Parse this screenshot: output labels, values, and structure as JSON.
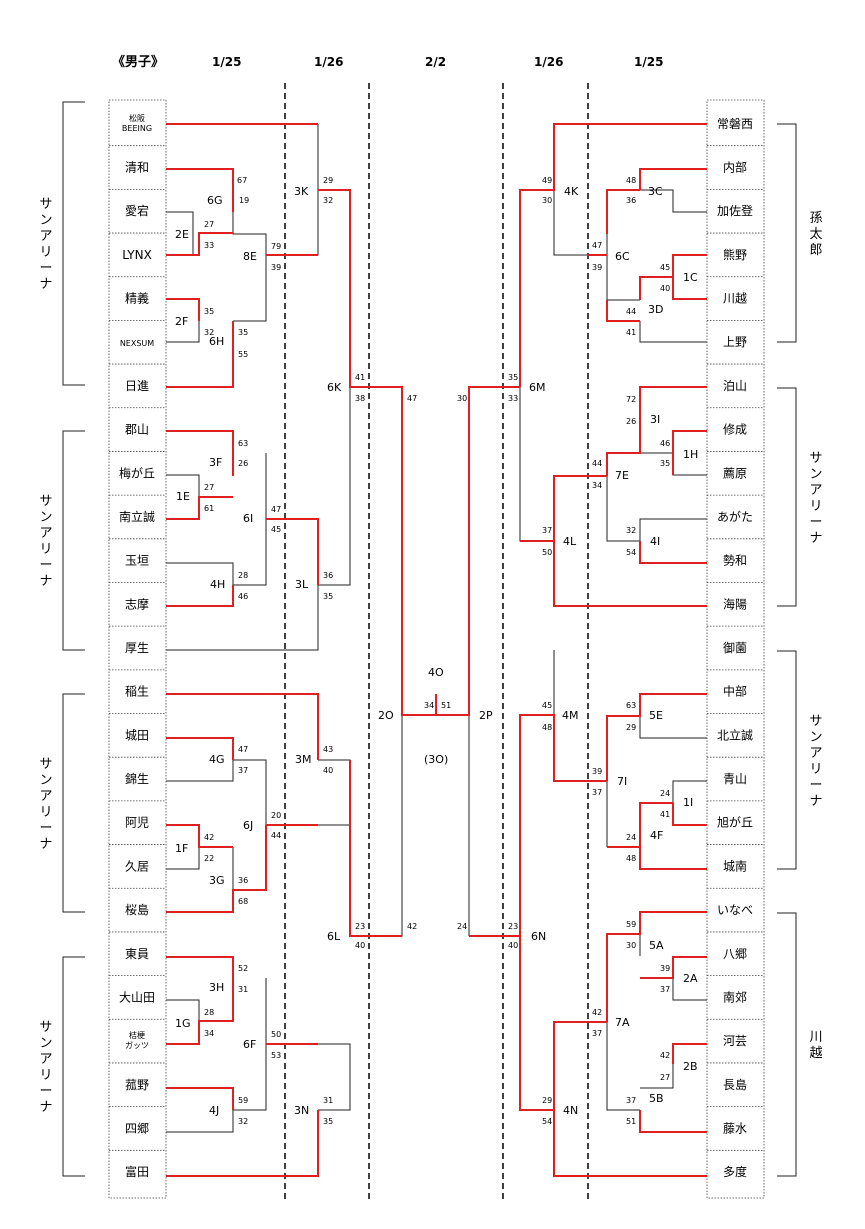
{
  "title": "《男子》",
  "dates": [
    "1/25",
    "1/26",
    "2/2",
    "1/26",
    "1/25"
  ],
  "colors": {
    "win": "#e02020",
    "normal": "#222222"
  },
  "left_teams": [
    {
      "label": "松阪",
      "label2": "BEEING"
    },
    {
      "label": "清和"
    },
    {
      "label": "愛宕"
    },
    {
      "label": "LYNX"
    },
    {
      "label": "精義"
    },
    {
      "label": "NEXSUM",
      "small": true
    },
    {
      "label": "日進"
    },
    {
      "label": "郡山"
    },
    {
      "label": "梅が丘"
    },
    {
      "label": "南立誠"
    },
    {
      "label": "玉垣"
    },
    {
      "label": "志摩"
    },
    {
      "label": "厚生"
    },
    {
      "label": "稲生"
    },
    {
      "label": "城田"
    },
    {
      "label": "錦生"
    },
    {
      "label": "阿児"
    },
    {
      "label": "久居"
    },
    {
      "label": "桜島"
    },
    {
      "label": "東員"
    },
    {
      "label": "大山田"
    },
    {
      "label": "桔梗",
      "label2": "ガッツ"
    },
    {
      "label": "菰野"
    },
    {
      "label": "四郷"
    },
    {
      "label": "富田"
    }
  ],
  "right_teams": [
    {
      "label": "常磐西"
    },
    {
      "label": "内部"
    },
    {
      "label": "加佐登"
    },
    {
      "label": "熊野"
    },
    {
      "label": "川越"
    },
    {
      "label": "上野"
    },
    {
      "label": "泊山"
    },
    {
      "label": "修成"
    },
    {
      "label": "薦原"
    },
    {
      "label": "あがた"
    },
    {
      "label": "勢和"
    },
    {
      "label": "海陽"
    },
    {
      "label": "御薗"
    },
    {
      "label": "中部"
    },
    {
      "label": "北立誠"
    },
    {
      "label": "青山"
    },
    {
      "label": "旭が丘"
    },
    {
      "label": "城南"
    },
    {
      "label": "いなべ"
    },
    {
      "label": "八郷"
    },
    {
      "label": "南郊"
    },
    {
      "label": "河芸"
    },
    {
      "label": "長島"
    },
    {
      "label": "藤水"
    },
    {
      "label": "多度"
    }
  ],
  "left_venues": [
    "サンアリーナ",
    "サンアリーナ",
    "サンアリーナ",
    "サンアリーナ"
  ],
  "right_venues": [
    "孫太郎",
    "サンアリーナ",
    "サンアリーナ",
    "川越"
  ],
  "match_labels": [
    "3K",
    "6G",
    "2E",
    "8E",
    "2F",
    "6H",
    "6K",
    "3F",
    "1E",
    "6I",
    "4H",
    "3L",
    "4G",
    "3M",
    "1F",
    "6J",
    "3G",
    "3H",
    "1G",
    "6F",
    "4J",
    "3N",
    "6L",
    "2O",
    "4O",
    "(3O)",
    "2P",
    "4K",
    "3C",
    "6C",
    "1C",
    "3D",
    "6M",
    "3I",
    "1H",
    "7E",
    "4I",
    "4L",
    "4M",
    "5E",
    "7I",
    "1I",
    "4F",
    "6N",
    "5A",
    "2A",
    "7A",
    "2B",
    "5B",
    "4N"
  ],
  "scores": [
    "67",
    "19",
    "27",
    "33",
    "79",
    "39",
    "29",
    "32",
    "35",
    "32",
    "35",
    "55",
    "41",
    "38",
    "47",
    "63",
    "26",
    "27",
    "61",
    "47",
    "45",
    "28",
    "46",
    "36",
    "35",
    "47",
    "37",
    "43",
    "40",
    "42",
    "22",
    "20",
    "44",
    "36",
    "68",
    "52",
    "31",
    "28",
    "34",
    "50",
    "53",
    "59",
    "32",
    "31",
    "35",
    "23",
    "40",
    "42",
    "34",
    "51",
    "30",
    "24",
    "49",
    "30",
    "48",
    "36",
    "47",
    "39",
    "45",
    "40",
    "44",
    "41",
    "35",
    "33",
    "72",
    "26",
    "46",
    "35",
    "44",
    "34",
    "32",
    "54",
    "37",
    "50",
    "45",
    "48",
    "63",
    "29",
    "39",
    "37",
    "24",
    "41",
    "24",
    "48",
    "23",
    "40",
    "59",
    "30",
    "39",
    "37",
    "42",
    "37",
    "42",
    "27",
    "37",
    "51",
    "29",
    "54"
  ]
}
